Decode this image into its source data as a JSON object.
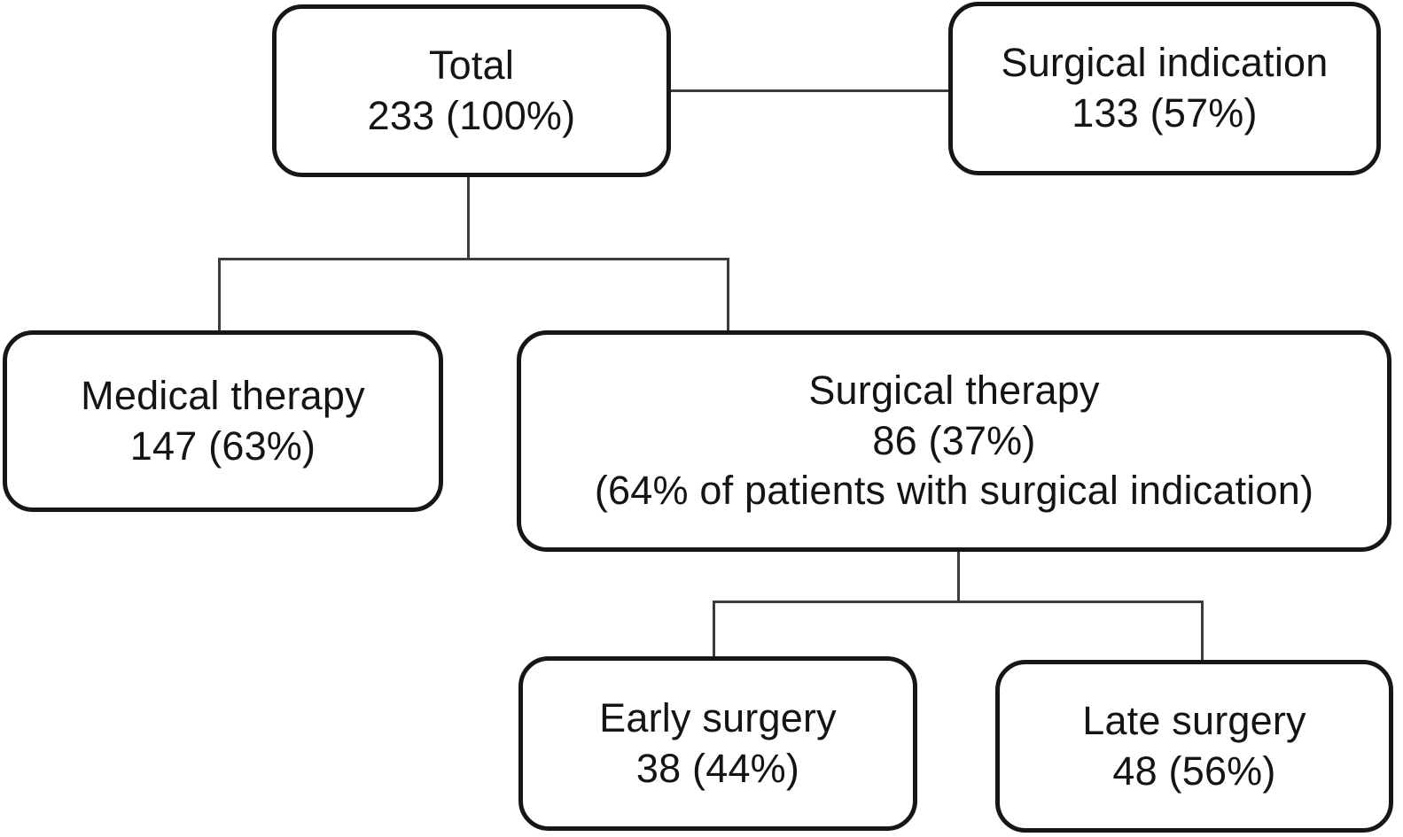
{
  "diagram": {
    "type": "flowchart",
    "background_color": "#ffffff",
    "box_border_color": "#161616",
    "connector_color": "#3c3c3c",
    "text_color": "#141414",
    "nodes": [
      {
        "id": "total",
        "label": "Total",
        "value": "233 (100%)"
      },
      {
        "id": "surgical-indication",
        "label": "Surgical indication",
        "value": "133 (57%)"
      },
      {
        "id": "medical-therapy",
        "label": "Medical therapy",
        "value": "147 (63%)"
      },
      {
        "id": "surgical-therapy",
        "label": "Surgical therapy",
        "value": "86 (37%)",
        "note": "(64% of patients with surgical indication)"
      },
      {
        "id": "early-surgery",
        "label": "Early surgery",
        "value": "38 (44%)"
      },
      {
        "id": "late-surgery",
        "label": "Late surgery",
        "value": "48 (56%)"
      }
    ],
    "edges": [
      {
        "from": "total",
        "to": "surgical-indication"
      },
      {
        "from": "total",
        "to": "medical-therapy"
      },
      {
        "from": "total",
        "to": "surgical-therapy"
      },
      {
        "from": "surgical-therapy",
        "to": "early-surgery"
      },
      {
        "from": "surgical-therapy",
        "to": "late-surgery"
      }
    ]
  }
}
